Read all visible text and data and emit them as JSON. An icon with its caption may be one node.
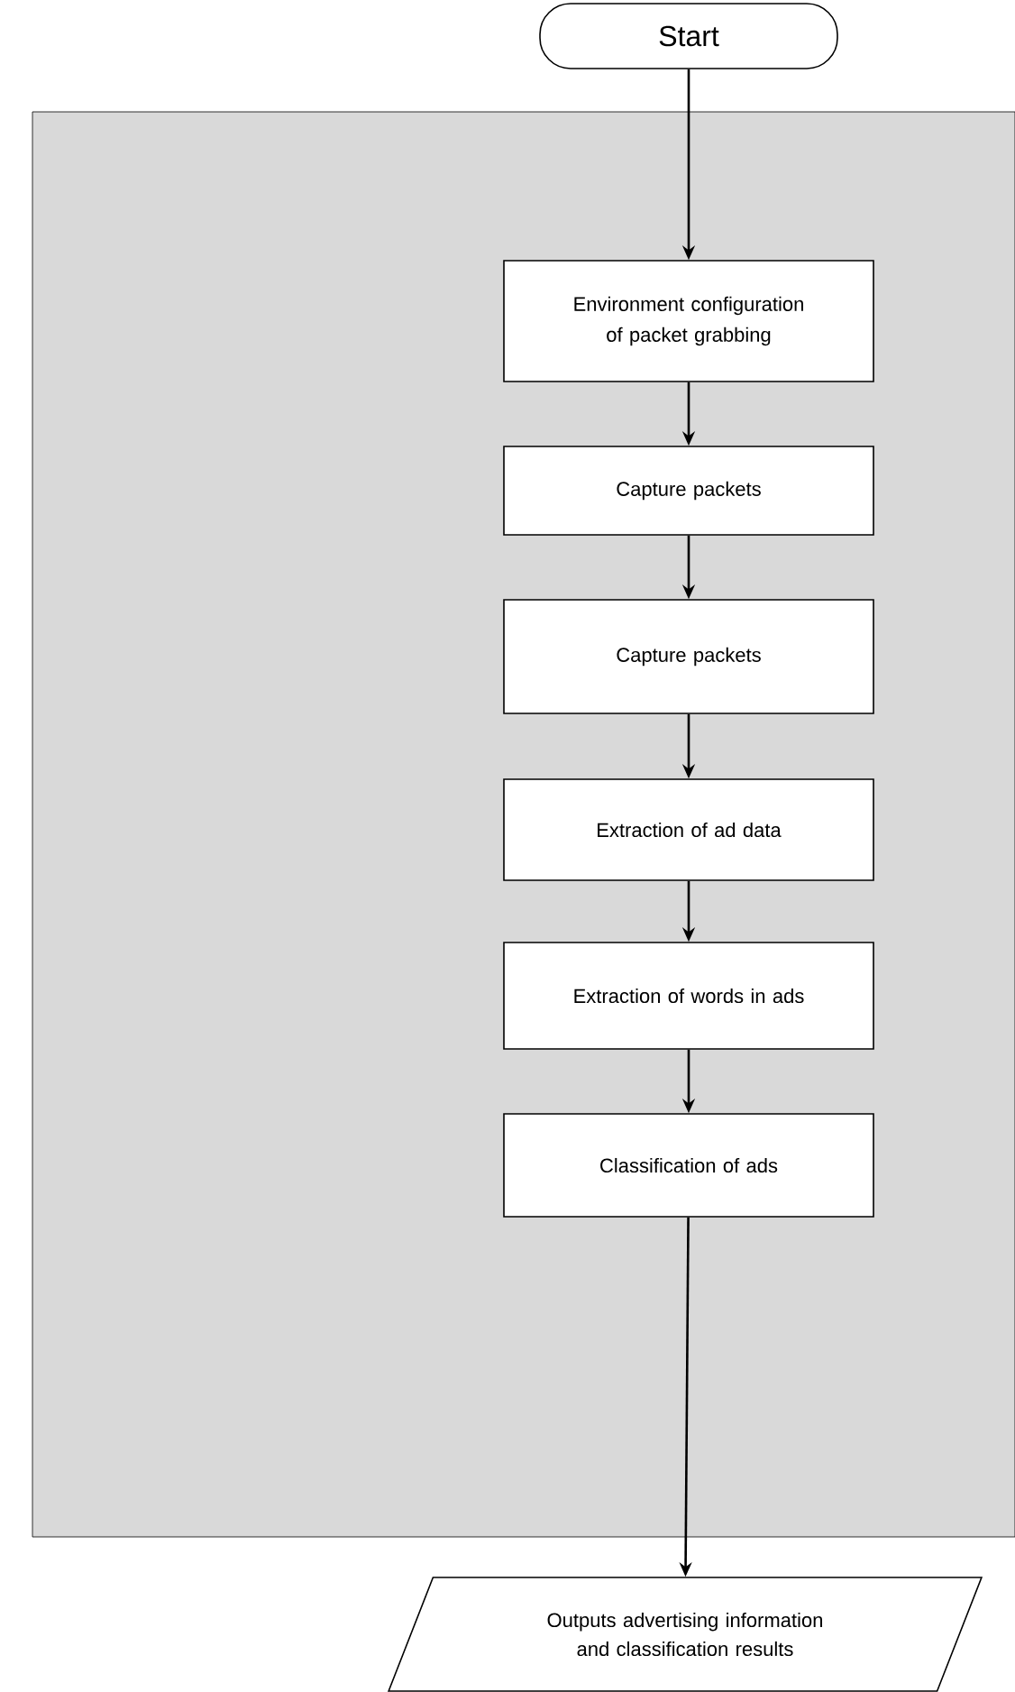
{
  "diagram": {
    "nodes": [
      {
        "text": [
          "Start"
        ]
      },
      {
        "text": [],
        "shape": "box"
      },
      {
        "text": [
          "Environment configuration of packet grabbing"
        ],
        "in": 1
      },
      {
        "text": [
          "Capture packets"
        ],
        "in": 1
      },
      {
        "text": [
          "Capture packets"
        ],
        "in": 1
      },
      {
        "text": [
          "Extraction of ad data"
        ],
        "in": 1
      },
      {
        "text": [
          "Extraction of words in ads"
        ],
        "in": 1
      },
      {
        "text": [
          "Classification of ads"
        ],
        "in": 1
      },
      {
        "text": [
          "Outputs advertising information and classification results"
        ]
      }
    ],
    "edges": [
      {
        "from": 0,
        "to": 2,
        "arrow": "to"
      },
      {
        "from": 2,
        "to": 3,
        "arrow": "to"
      },
      {
        "from": 3,
        "to": 4,
        "arrow": "to"
      },
      {
        "from": 4,
        "to": 5,
        "arrow": "to"
      },
      {
        "from": 5,
        "to": 6,
        "arrow": "to"
      },
      {
        "from": 6,
        "to": 7,
        "arrow": "to"
      },
      {
        "from": 7,
        "to": 8,
        "arrow": "to"
      }
    ]
  }
}
